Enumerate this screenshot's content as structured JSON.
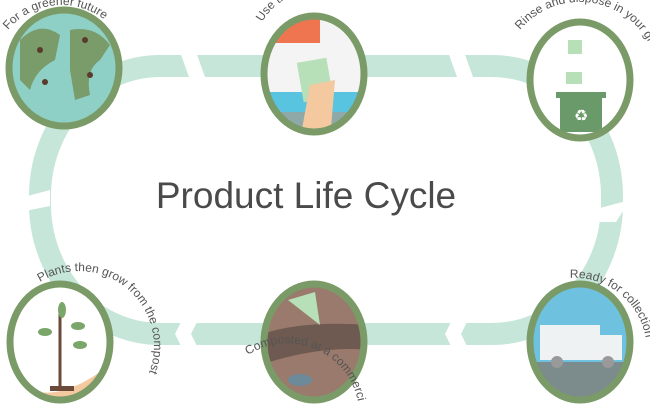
{
  "title": "Product Life Cycle",
  "colors": {
    "track": "#c6e6da",
    "ring": "#7a9b67",
    "text": "#555555"
  },
  "steps": [
    {
      "label": "For a greener future",
      "icon": "globe-icon"
    },
    {
      "label": "Use the wipe",
      "icon": "hand-wipe-icon"
    },
    {
      "label": "Rinse and dispose in your green bin",
      "icon": "green-bin-icon"
    },
    {
      "label": "Ready for collection",
      "icon": "garbage-truck-icon"
    },
    {
      "label": "Composted at a commercial composting facility",
      "icon": "compost-icon"
    },
    {
      "label": "Plants then grow from the compost",
      "icon": "sapling-icon"
    }
  ]
}
